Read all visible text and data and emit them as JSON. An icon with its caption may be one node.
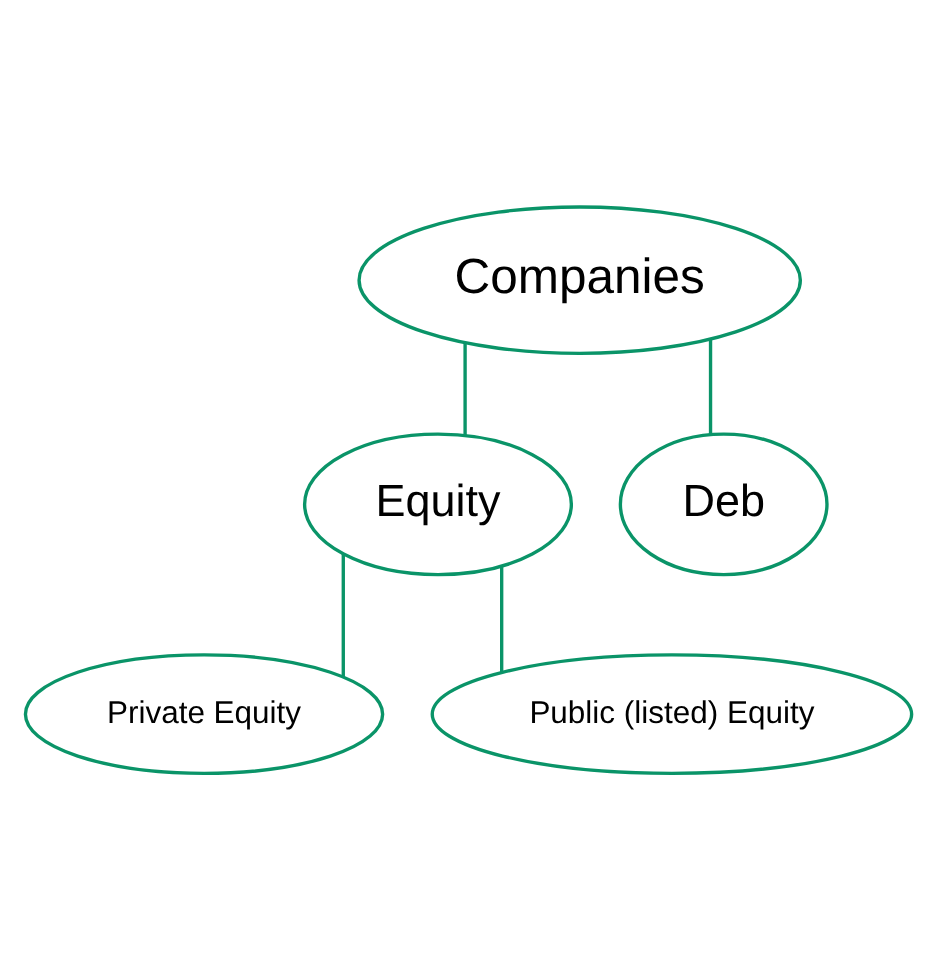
{
  "diagram": {
    "nodes": [
      {
        "text": [
          "Companies"
        ]
      },
      {
        "text": [
          "Equity"
        ]
      },
      {
        "text": [
          "Deb"
        ]
      },
      {
        "text": [
          "Private Equity"
        ]
      },
      {
        "text": [
          "Public (listed) Equity"
        ]
      }
    ],
    "edges": [
      {
        "from": 0,
        "to": 1,
        "arrow": "none"
      },
      {
        "from": 0,
        "to": 2,
        "arrow": "none"
      },
      {
        "from": 1,
        "to": 3,
        "arrow": "none"
      },
      {
        "from": 1,
        "to": 4,
        "arrow": "none"
      }
    ]
  }
}
